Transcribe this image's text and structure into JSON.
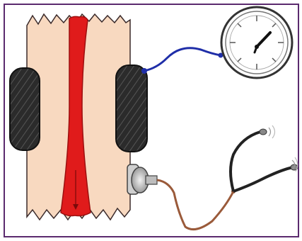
{
  "diagram": {
    "type": "blood-pressure-measurement-illustration",
    "components": [
      {
        "id": "limb",
        "icon": "arm-cross-section-icon"
      },
      {
        "id": "artery",
        "icon": "artery-icon"
      },
      {
        "id": "cuff",
        "icon": "pressure-cuff-icon"
      },
      {
        "id": "gauge",
        "icon": "pressure-gauge-icon"
      },
      {
        "id": "stethoscope",
        "icon": "stethoscope-icon"
      }
    ],
    "colors": {
      "frame": "#5b2a6e",
      "skin": "#f8d9c0",
      "artery": "#e01b1b",
      "cuff": "#2b2b2b",
      "gauge_tube": "#1f2ea8",
      "stethoscope_tube": "#9a5a3a"
    }
  }
}
